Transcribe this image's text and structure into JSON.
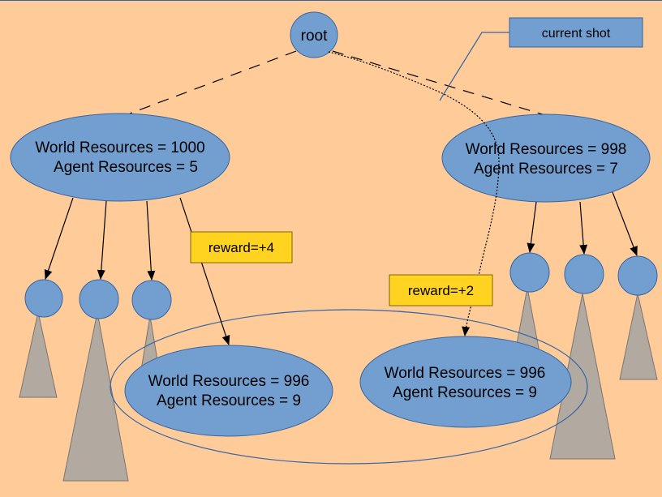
{
  "diagram": {
    "root_label": "root",
    "callout_label": "current shot",
    "left_node": {
      "line1": "World Resources = 1000",
      "line2": "Agent Resources = 5"
    },
    "right_node": {
      "line1": "World Resources = 998",
      "line2": "Agent Resources = 7"
    },
    "child_left": {
      "line1": "World Resources = 996",
      "line2": "Agent Resources = 9"
    },
    "child_right": {
      "line1": "World Resources = 996",
      "line2": "Agent Resources = 9"
    },
    "reward_left": "reward=+4",
    "reward_right": "reward=+2"
  },
  "colors": {
    "background": "#ffcc99",
    "node_fill": "#729fcf",
    "node_stroke": "#3465a4",
    "subtree_fill": "#b2aaa1",
    "subtree_stroke": "#7a7570",
    "reward_fill": "#ffd320",
    "callout_fill": "#729fcf"
  }
}
